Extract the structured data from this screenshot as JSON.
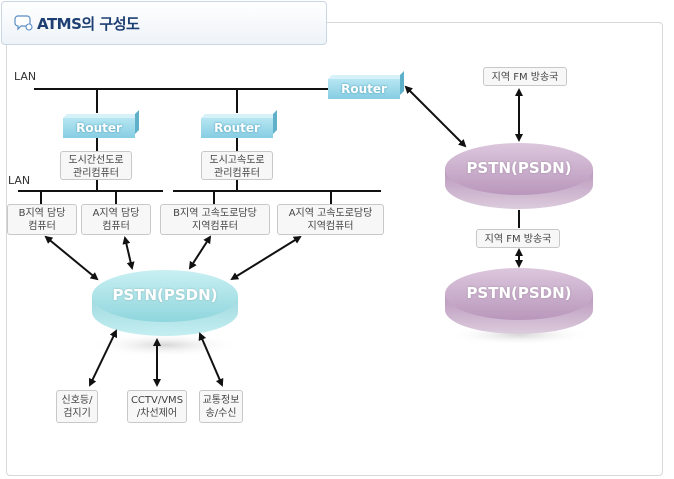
{
  "title": "ATMS의 구성도",
  "lan_top": "LAN",
  "lan_left": "LAN",
  "routers": {
    "main": "Router",
    "left": "Router",
    "right": "Router"
  },
  "servers": {
    "urban_arterial": [
      "도시간선도로",
      "관리컴퓨터"
    ],
    "urban_expressway": [
      "도시고속도로",
      "관리컴퓨터"
    ]
  },
  "computers": {
    "b_region": [
      "B지역 담당",
      "컴퓨터"
    ],
    "a_region": [
      "A지역 담당",
      "컴퓨터"
    ],
    "b_expressway": [
      "B지역 고속도로담당",
      "지역컴퓨터"
    ],
    "a_expressway": [
      "A지역 고속도로담당",
      "지역컴퓨터"
    ]
  },
  "pstn": {
    "center": "PSTN(PSDN)",
    "right_top": "PSTN(PSDN)",
    "right_bottom": "PSTN(PSDN)"
  },
  "fm": {
    "top": "지역 FM 방송국",
    "middle": "지역 FM 방송국"
  },
  "endpoints": {
    "signal": [
      "신호등/",
      "검지기"
    ],
    "cctv": [
      "CCTV/VMS",
      "/차선제어"
    ],
    "traffic_info": [
      "교통정보",
      "송/수신"
    ]
  },
  "colors": {
    "pstn_teal": "#a6e1e6",
    "pstn_purple": "#c9aacb",
    "router": "#86cde3",
    "title": "#1d3f73"
  }
}
